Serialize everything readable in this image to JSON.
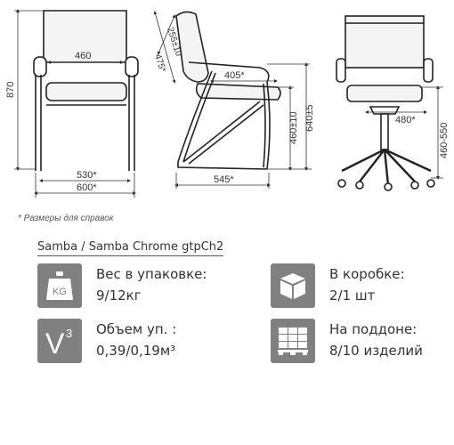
{
  "drawing": {
    "front_view": {
      "dim_width_inner": "460",
      "dim_height": "870",
      "dim_base_inner": "530*",
      "dim_base_outer": "600*"
    },
    "side_view": {
      "dim_back_height": "255±10",
      "dim_back_tall": "475*",
      "dim_arm": "405*",
      "dim_seat_height": "460±10",
      "dim_arm_height": "640±5",
      "dim_depth": "545*"
    },
    "chrome_view": {
      "dim_width": "480*",
      "dim_height_range": "460-550"
    }
  },
  "footnote": "* Размеры для справок",
  "model_name": "Samba / Samba Chrome gtpCh2",
  "specs": [
    {
      "icon": "weight-kg-icon",
      "icon_text": "KG",
      "label": "Вес в упаковке:",
      "value": "9/12кг"
    },
    {
      "icon": "box-icon",
      "label": "В коробке:",
      "value": "2/1 шт"
    },
    {
      "icon": "volume-v3-icon",
      "icon_text": "V",
      "icon_sup": "3",
      "label": "Объем уп. :",
      "value": "0,39/0,19м³"
    },
    {
      "icon": "pallet-icon",
      "label": "На поддоне:",
      "value": "8/10 изделий"
    }
  ]
}
